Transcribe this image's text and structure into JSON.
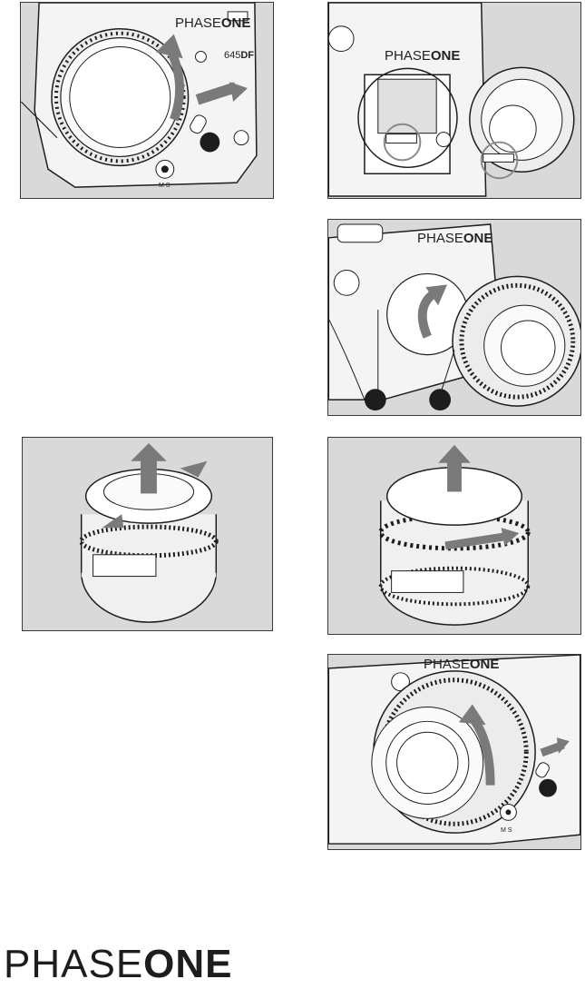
{
  "colors": {
    "panel_bg": "#d9d9d9",
    "arrow": "#7a7a7a",
    "line": "#1d1d1b",
    "marker": "#1d1d1b"
  },
  "panels": {
    "p1": {
      "brand_thin": "PHASE",
      "brand_bold": "ONE",
      "model": "645",
      "model_bold": "DF",
      "marks": "M S"
    },
    "p2": {
      "brand_thin": "PHASE",
      "brand_bold": "ONE"
    },
    "p3": {
      "brand_thin": "PHASE",
      "brand_bold": "ONE"
    },
    "p6": {
      "brand_thin": "PHASE",
      "brand_bold": "ONE",
      "marks": "M S"
    }
  },
  "footer": {
    "logo_thin": "PHASE",
    "logo_bold": "ONE"
  },
  "icons": [
    "up-arrow-icon",
    "curved-arrow-icon",
    "push-arrow-icon",
    "marker-dot-icon"
  ]
}
